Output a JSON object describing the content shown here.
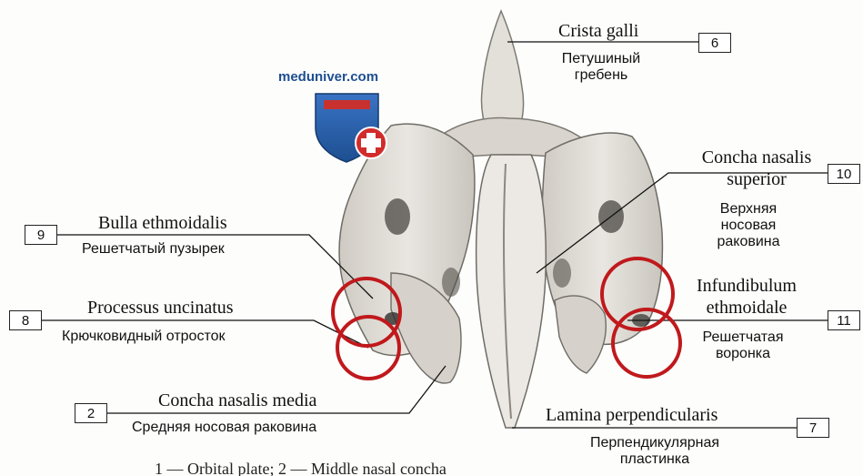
{
  "logo": {
    "text": "meduniver.com"
  },
  "labels": [
    {
      "id": "6",
      "number": "6",
      "latin": "Crista galli",
      "russian": "Петушиный\nгребень"
    },
    {
      "id": "10",
      "number": "10",
      "latin": "Concha nasalis\nsuperior",
      "russian": "Верхняя\nносовая\nраковина"
    },
    {
      "id": "9",
      "number": "9",
      "latin": "Bulla ethmoidalis",
      "russian": "Решетчатый пузырек"
    },
    {
      "id": "8",
      "number": "8",
      "latin": "Processus uncinatus",
      "russian": "Крючковидный отросток"
    },
    {
      "id": "11",
      "number": "11",
      "latin": "Infundibulum\nethmoidale",
      "russian": "Решетчатая\nворонка"
    },
    {
      "id": "2",
      "number": "2",
      "latin": "Concha nasalis media",
      "russian": "Средняя носовая раковина"
    },
    {
      "id": "7",
      "number": "7",
      "latin": "Lamina perpendicularis",
      "russian": "Перпендикулярная\nпластинка"
    }
  ],
  "caption": {
    "text": "1 — Orbital plate; 2 — Middle nasal concha"
  },
  "colors": {
    "highlight_circle": "#c0191c",
    "bone": "#dcd9d3",
    "bone_shadow": "#8a8780",
    "logo_blue": "#1d4f91",
    "logo_red": "#d22b2b"
  }
}
